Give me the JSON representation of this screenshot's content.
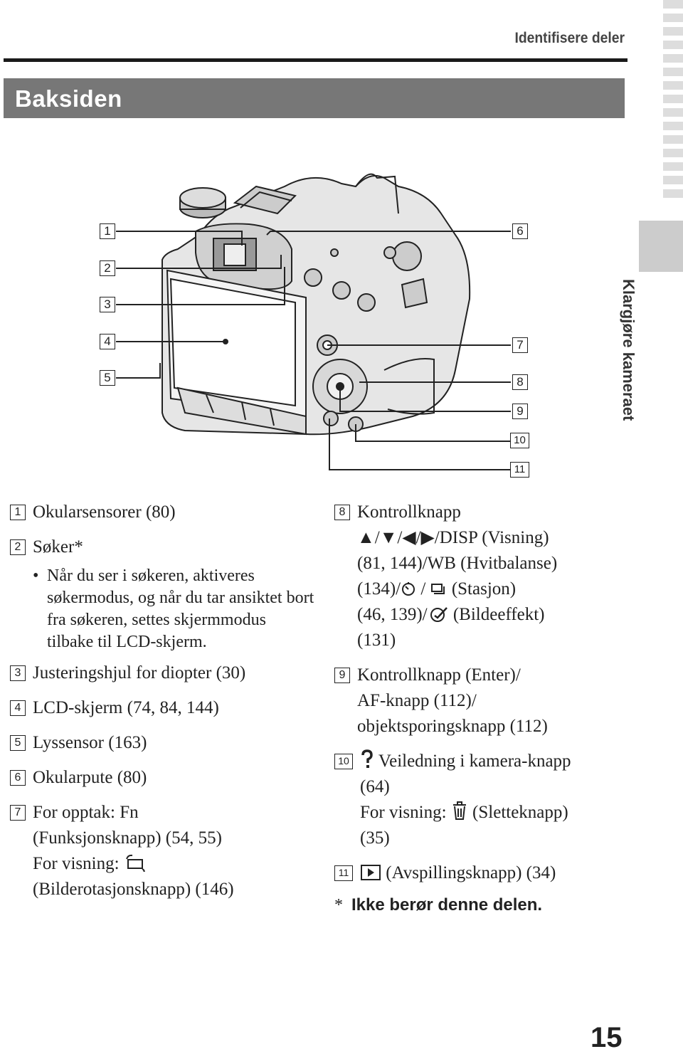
{
  "header": {
    "title": "Identifisere deler"
  },
  "section": {
    "title": "Baksiden"
  },
  "side_tab": {
    "label": "Klargjøre kameraet"
  },
  "callouts": [
    "1",
    "2",
    "3",
    "4",
    "5",
    "6",
    "7",
    "8",
    "9",
    "10",
    "11"
  ],
  "items": [
    {
      "num": "1",
      "text": "Okularsensorer (80)"
    },
    {
      "num": "2",
      "text": "Søker*",
      "bullet": "Når du ser i søkeren, aktiveres søkermodus, og når du tar ansiktet bort fra søkeren, settes skjermmodus tilbake til LCD-skjerm."
    },
    {
      "num": "3",
      "text": "Justeringshjul for diopter (30)"
    },
    {
      "num": "4",
      "text": "LCD-skjerm (74, 84, 144)"
    },
    {
      "num": "5",
      "text": "Lyssensor (163)"
    },
    {
      "num": "6",
      "text": "Okularpute (80)"
    },
    {
      "num": "7",
      "line1": "For opptak: Fn",
      "line2": "(Funksjonsknapp) (54, 55)",
      "line3": "For visning:",
      "line4": "(Bilderotasjonsknapp) (146)"
    },
    {
      "num": "8",
      "line1": "Kontrollknapp",
      "line2": "▲/▼/◀/▶/DISP (Visning)",
      "line3": "(81, 144)/WB (Hvitbalanse)",
      "line4a": "(134)/",
      "line4b": "(Stasjon)",
      "line5a": "(46, 139)/",
      "line5b": "(Bildeeffekt)",
      "line6": "(131)"
    },
    {
      "num": "9",
      "line1": "Kontrollknapp (Enter)/",
      "line2": "AF-knapp (112)/",
      "line3": "objektsporingsknapp (112)"
    },
    {
      "num": "10",
      "line1": "Veiledning i kamera-knapp",
      "line2": "(64)",
      "line3a": "For visning:",
      "line3b": "(Sletteknapp)",
      "line4": "(35)"
    },
    {
      "num": "11",
      "text": "(Avspillingsknapp) (34)"
    }
  ],
  "footnote": {
    "star": "*",
    "text": "Ikke berør denne delen."
  },
  "page_number": "15",
  "icons": [
    "question-icon",
    "trash-icon",
    "play-icon",
    "rotate-icon",
    "self-timer-icon",
    "drive-icon",
    "picture-effect-icon",
    "camera-back-illustration"
  ]
}
